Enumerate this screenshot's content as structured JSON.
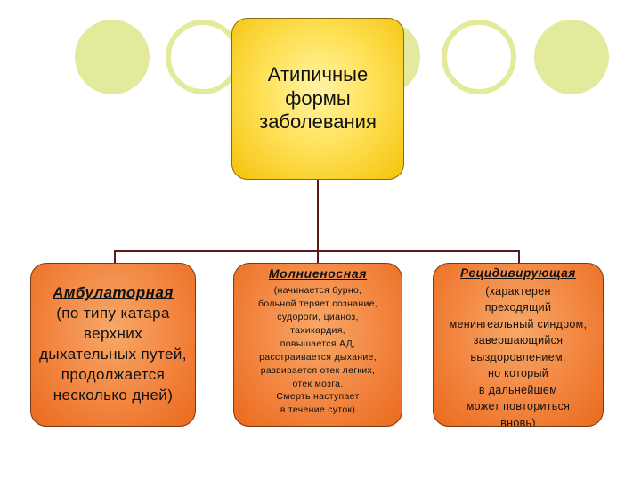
{
  "colors": {
    "circle": "#e4ea9c",
    "connector": "#5b1a1a",
    "root_fill": "#ffe25a",
    "child_fill": "#f28540"
  },
  "root": {
    "title": "Атипичные\nформы\nзаболевания"
  },
  "children": [
    {
      "title": "Амбулаторная",
      "description": "(по типу катара\nверхних\nдыхательных путей,\nпродолжается\nнесколько дней)"
    },
    {
      "title": "Молниеносная",
      "description": "(начинается бурно,\nбольной теряет сознание,\nсудороги, цианоз,\nтахикардия,\nповышается АД,\nрасстраивается дыхание,\nразвивается отек легких,\nотек мозга.\nСмерть наступает\nв течение суток)"
    },
    {
      "title": "Рецидивирующая",
      "description": "(характерен\nпреходящий\nменингеальный синдром,\nзавершающийся\nвыздоровлением,\nно который\nв дальнейшем\nможет повториться\nвновь)"
    }
  ]
}
